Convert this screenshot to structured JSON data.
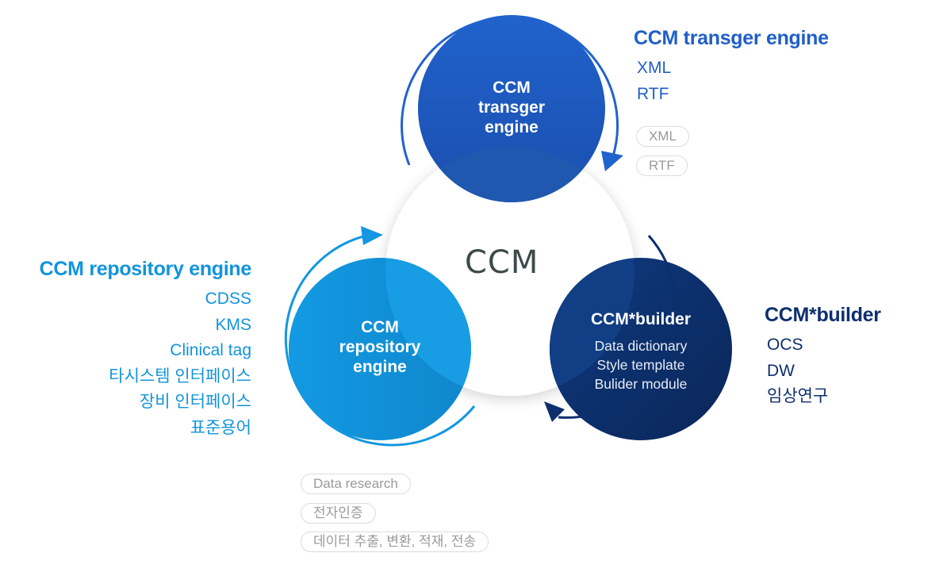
{
  "colors": {
    "transfer": "#1f5fc9",
    "repository": "#1294dc",
    "builder": "#0d2f6e",
    "center_text": "#3d4a4a",
    "pill_text": "#9a9a9a",
    "pill_border": "#dcdcdc"
  },
  "center": {
    "label": "CCM"
  },
  "transfer_engine": {
    "circle_label": [
      "CCM",
      "transger",
      "engine"
    ],
    "title": "CCM transger engine",
    "items": [
      "XML",
      "RTF"
    ],
    "pills": [
      "XML",
      "RTF"
    ]
  },
  "repository_engine": {
    "circle_label": [
      "CCM",
      "repository",
      "engine"
    ],
    "title": "CCM repository engine",
    "items": [
      "CDSS",
      "KMS",
      "Clinical tag",
      "타시스템 인터페이스",
      "장비 인터페이스",
      "표준용어"
    ],
    "pills": [
      "Data research",
      "전자인증",
      "데이터 추출, 변환, 적재, 전송"
    ]
  },
  "builder": {
    "circle_title": "CCM*builder",
    "circle_items": [
      "Data dictionary",
      "Style template",
      "Bulider module"
    ],
    "title": "CCM*builder",
    "items": [
      "OCS",
      "DW",
      "임상연구"
    ]
  }
}
